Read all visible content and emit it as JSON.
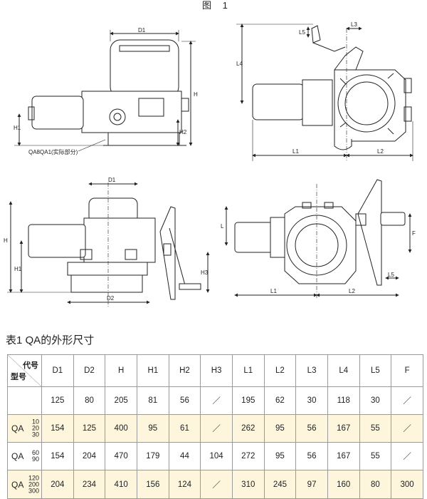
{
  "figure_title": "图 1",
  "drawing_labels": {
    "D1": "D1",
    "D2": "D2",
    "H": "H",
    "H1": "H1",
    "H2": "H2",
    "H3": "H3",
    "L1": "L1",
    "L2": "L2",
    "L3": "L3",
    "L4": "L4",
    "L5": "L5",
    "L": "L",
    "F": "F",
    "note": "QA8QA1(实际部分)"
  },
  "table": {
    "caption_prefix": "表1",
    "caption_code": "QA",
    "caption_suffix": "的外形尺寸",
    "corner_top": "代号",
    "corner_bottom": "型号",
    "columns": [
      "D1",
      "D2",
      "H",
      "H1",
      "H2",
      "H3",
      "L1",
      "L2",
      "L3",
      "L4",
      "L5",
      "F"
    ],
    "rows": [
      {
        "prefix": "",
        "numbers": [],
        "values": [
          "125",
          "80",
          "205",
          "81",
          "56",
          "／",
          "195",
          "62",
          "30",
          "118",
          "30",
          "／"
        ]
      },
      {
        "prefix": "QA",
        "numbers": [
          "10",
          "20",
          "30"
        ],
        "values": [
          "154",
          "125",
          "400",
          "95",
          "61",
          "／",
          "262",
          "95",
          "56",
          "167",
          "55",
          "／"
        ]
      },
      {
        "prefix": "QA",
        "numbers": [
          "60",
          "90"
        ],
        "values": [
          "154",
          "204",
          "470",
          "179",
          "44",
          "104",
          "272",
          "95",
          "56",
          "167",
          "55",
          "／"
        ]
      },
      {
        "prefix": "QA",
        "numbers": [
          "120",
          "200",
          "300"
        ],
        "values": [
          "204",
          "234",
          "410",
          "156",
          "124",
          "／",
          "310",
          "245",
          "97",
          "160",
          "80",
          "300"
        ]
      }
    ]
  }
}
